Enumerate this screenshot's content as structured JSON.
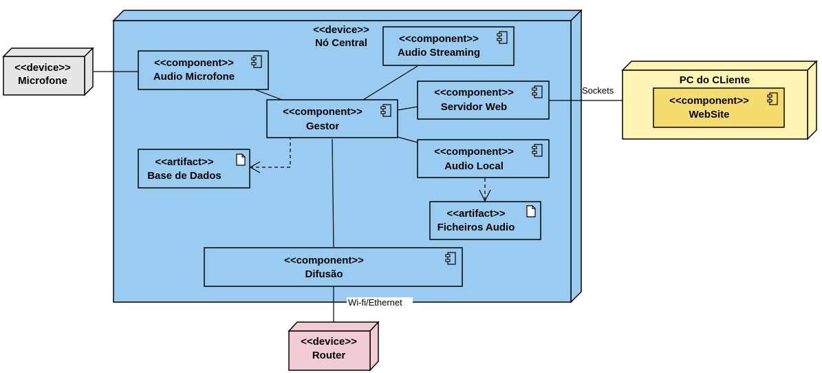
{
  "colors": {
    "central_node": "#99CCF0",
    "microfone_node": "#E6E6E6",
    "router_node": "#F2CCD4",
    "client_node": "#FFF4B3",
    "website_component": "#F5DC6E",
    "stroke": "#000000"
  },
  "nodes": {
    "central": {
      "stereotype": "<<device>>",
      "name": "Nó Central"
    },
    "microfone": {
      "stereotype": "<<device>>",
      "name": "Microfone"
    },
    "router": {
      "stereotype": "<<device>>",
      "name": "Router"
    },
    "client": {
      "name": "PC do CLiente"
    }
  },
  "components": {
    "audio_microfone": {
      "stereotype": "<<component>>",
      "name": "Audio Microfone"
    },
    "audio_streaming": {
      "stereotype": "<<component>>",
      "name": "Audio Streaming"
    },
    "servidor_web": {
      "stereotype": "<<component>>",
      "name": "Servidor Web"
    },
    "gestor": {
      "stereotype": "<<component>>",
      "name": "Gestor"
    },
    "audio_local": {
      "stereotype": "<<component>>",
      "name": "Audio Local"
    },
    "difusao": {
      "stereotype": "<<component>>",
      "name": "Difusão"
    },
    "website": {
      "stereotype": "<<component>>",
      "name": "WebSite"
    }
  },
  "artifacts": {
    "base_dados": {
      "stereotype": "<<artifact>>",
      "name": "Base de Dados"
    },
    "ficheiros_audio": {
      "stereotype": "<<artifact>>",
      "name": "Ficheiros Audio"
    }
  },
  "edge_labels": {
    "sockets": "Sockets",
    "wifi": "Wi-fi/Ethernet"
  }
}
